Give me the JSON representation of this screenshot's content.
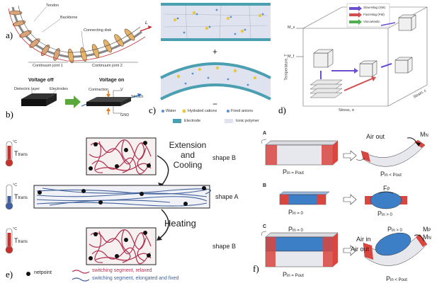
{
  "panel_letters": {
    "a": "a)",
    "b": "b)",
    "c": "c)",
    "d": "d)",
    "e": "e)",
    "f": "f)"
  },
  "panel_a": {
    "tendon": "Tendon",
    "backbone": "Backbone",
    "connecting_disk": "Connecting disk",
    "joint1": "Continuum joint 1",
    "joint2": "Continuum joint 2"
  },
  "panel_b": {
    "voltage_off": "Voltage off",
    "voltage_on": "Voltage on",
    "dielectric": "Dielectric layer",
    "electrodes": "Electrodes",
    "contraction": "Contraction",
    "stretch": "Stretch",
    "v": "V",
    "gnd": "GND"
  },
  "panel_c": {
    "plus": "+",
    "minus": "−",
    "legend_water": "Water",
    "legend_cations": "Hydrated cations",
    "legend_anions": "Fixed anions",
    "legend_electrode": "Electrode",
    "legend_polymer": "Ionic polymer"
  },
  "panel_d": {
    "legend1": "Slow-Mag (SM)",
    "legend2": "Fast-Mag (FM)",
    "legend3": "Viscoelastic",
    "axis_temp": "Temperature, T",
    "axis_stress": "Stress, σ",
    "axis_strain": "Strain, ε",
    "ms": "M_s",
    "mf": "M_f"
  },
  "panel_e": {
    "t_trans": "T",
    "t_trans_sub": "trans",
    "unit": "°C",
    "ext_cool": "Extension\nand\nCooling",
    "ext1": "Extension",
    "ext2": "and",
    "ext3": "Cooling",
    "heating": "Heating",
    "shape_b1": "shape B",
    "shape_a": "shape A",
    "shape_b2": "shape B",
    "legend_netpoint": "netpoint",
    "legend_relaxed": "switching segment, relaxed",
    "legend_fixed": "switching segment, elongated and fixed"
  },
  "panel_f": {
    "A": "A",
    "B": "B",
    "C": "C",
    "a_left": "P",
    "a_left_expr": "in = P",
    "a_left_sub": "out",
    "air_out": "Air out",
    "a_right": "P",
    "a_right_expr": "in < P",
    "a_right_sub": "out",
    "mn": "M",
    "mn_sub": "N",
    "b_left": "P",
    "b_left_expr": "in = 0",
    "b_right": "P",
    "b_right_expr": "in > 0",
    "fp": "F",
    "fp_sub": "P",
    "c_top": "P",
    "c_top_expr": "in = 0",
    "c_bottom": "P",
    "c_bottom_expr": "in = P",
    "c_bottom_sub": "out",
    "air_in": "Air in",
    "air_out2": "Air out",
    "c_r_top": "P",
    "c_r_top_expr": "in > 0",
    "c_r_bot": "P",
    "c_r_bot_expr": "in < P",
    "c_r_bot_sub": "out",
    "mp": "M",
    "mp_sub": "P",
    "mn2": "M",
    "mn2_sub": "N"
  },
  "colors": {
    "red": "#d9453f",
    "blue": "#3d7fc7",
    "teal": "#4a9fb0",
    "grey": "#c9ccd3",
    "crimson": "#b03050",
    "navy": "#40609a"
  }
}
